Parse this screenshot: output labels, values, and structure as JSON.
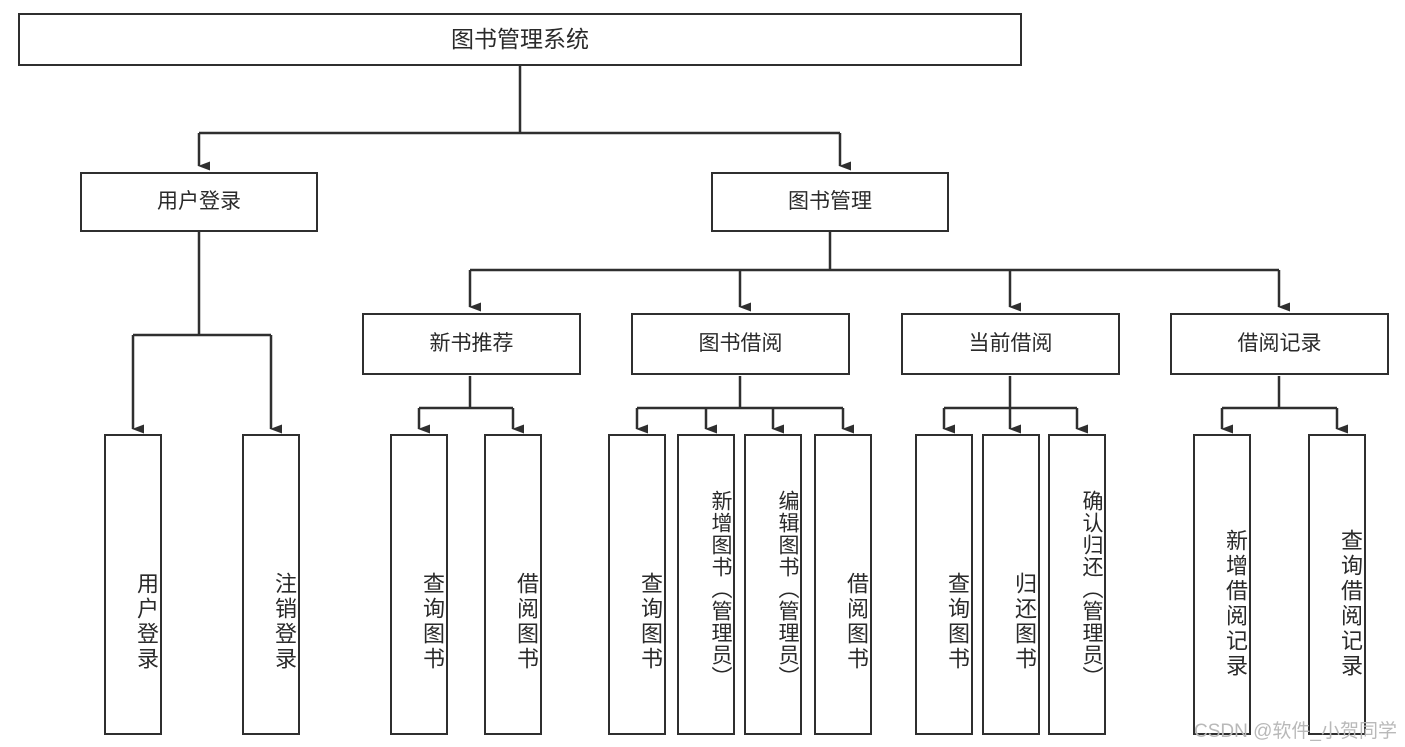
{
  "diagram": {
    "title": "图书管理系统",
    "type": "hierarchy-tree",
    "line_color": "#2f2f2f",
    "text_color": "#2a2a2a",
    "background": "#ffffff",
    "root": {
      "label": "图书管理系统"
    },
    "level1": [
      {
        "label": "用户登录"
      },
      {
        "label": "图书管理"
      }
    ],
    "level2": [
      {
        "label": "新书推荐"
      },
      {
        "label": "图书借阅"
      },
      {
        "label": "当前借阅"
      },
      {
        "label": "借阅记录"
      }
    ],
    "leaves": {
      "user_login": [
        {
          "label": "用户登录"
        },
        {
          "label": "注销登录"
        }
      ],
      "new_book": [
        {
          "label": "查询图书"
        },
        {
          "label": "借阅图书"
        }
      ],
      "book_borrow": [
        {
          "label": "查询图书"
        },
        {
          "label": "新增图书（管理员）"
        },
        {
          "label": "编辑图书（管理员）"
        },
        {
          "label": "借阅图书"
        }
      ],
      "current_borrow": [
        {
          "label": "查询图书"
        },
        {
          "label": "归还图书"
        },
        {
          "label": "确认归还（管理员）"
        }
      ],
      "borrow_record": [
        {
          "label": "新增借阅记录"
        },
        {
          "label": "查询借阅记录"
        }
      ]
    }
  },
  "watermark": {
    "text": "CSDN @软件_小贺同学"
  }
}
